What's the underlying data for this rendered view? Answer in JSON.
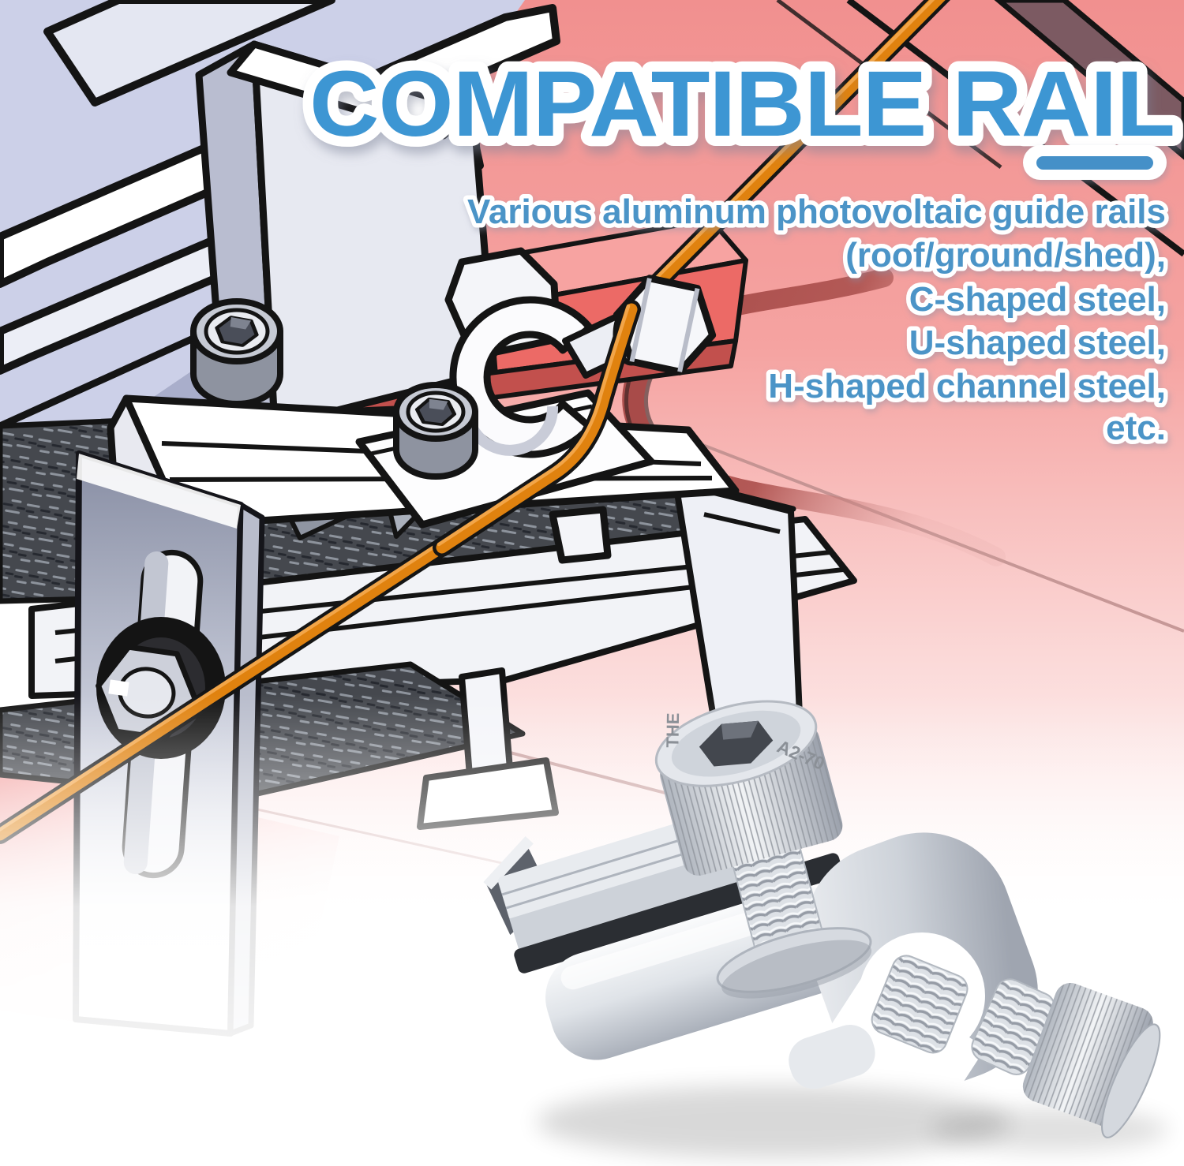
{
  "title": {
    "text": "COMPATIBLE RAIL",
    "color": "#3e96d3",
    "outline": "#ffffff"
  },
  "divider": {
    "color": "#4590c8"
  },
  "description": {
    "color": "#4b94c7",
    "outline": "#ffffff",
    "lines": [
      "Various aluminum photovoltaic guide rails",
      "(roof/ground/shed),",
      "C-shaped steel,",
      "U-shaped steel,",
      "H-shaped channel steel,",
      "etc."
    ]
  },
  "illustration": {
    "label": "solar-rail-grounding-clamp-diagram",
    "colors": {
      "panel_lavender": "#ccd0e8",
      "panel_side": "#a9aecb",
      "roof_pink": "#f2908e",
      "roof_front_red": "#ec6a66",
      "roof_dark_red": "#b0504e",
      "rail_hatch_dark": "#45484e",
      "bracket_gray": "#9aa0b5",
      "wire_orange": "#e0820f",
      "metal_white": "#fbfbfd",
      "outline_black": "#141414"
    }
  },
  "product": {
    "label": "stainless-grounding-clamp-photo",
    "marking_brand": "THE",
    "marking_grade": "A2-70"
  }
}
